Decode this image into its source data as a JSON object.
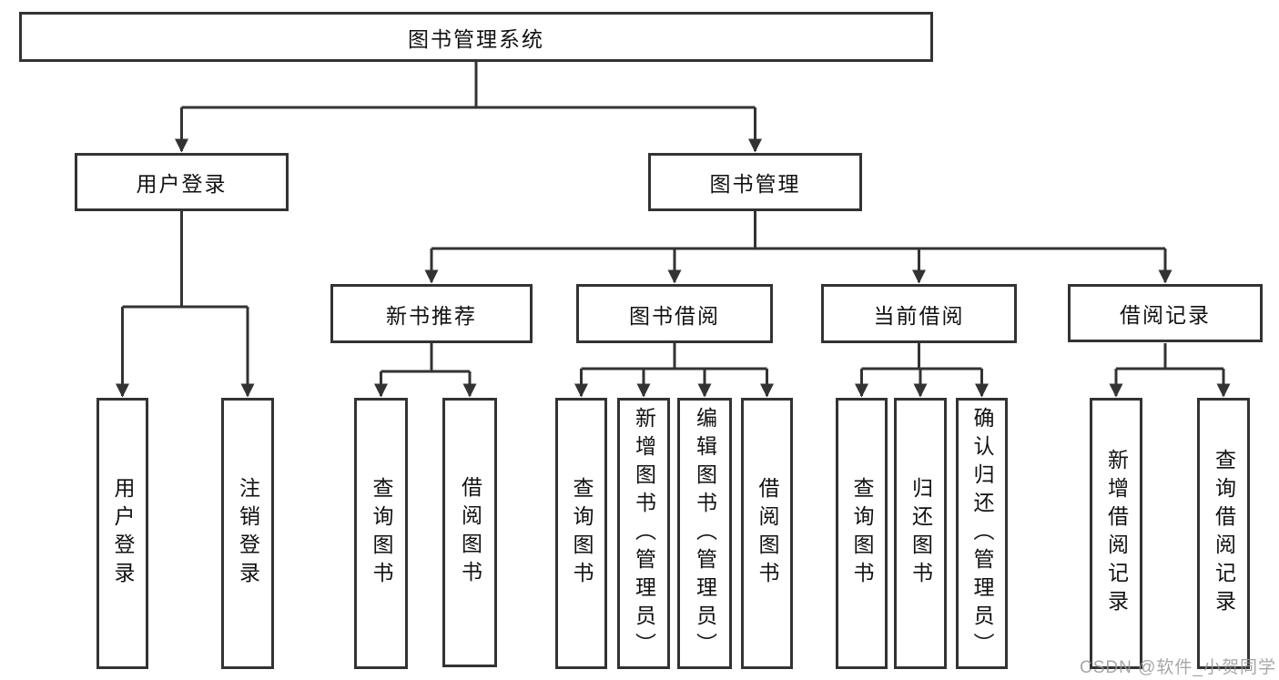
{
  "diagram": {
    "title": "图书管理系统",
    "level1": [
      {
        "label": "用户登录"
      },
      {
        "label": "图书管理"
      }
    ],
    "level2": [
      {
        "label": "新书推荐",
        "parent": "图书管理"
      },
      {
        "label": "图书借阅",
        "parent": "图书管理"
      },
      {
        "label": "当前借阅",
        "parent": "图书管理"
      },
      {
        "label": "借阅记录",
        "parent": "图书管理"
      }
    ],
    "leaves": [
      {
        "label": "用户登录",
        "parent": "用户登录"
      },
      {
        "label": "注销登录",
        "parent": "用户登录"
      },
      {
        "label": "查询图书",
        "parent": "新书推荐"
      },
      {
        "label": "借阅图书",
        "parent": "新书推荐"
      },
      {
        "label": "查询图书",
        "parent": "图书借阅"
      },
      {
        "label": "新增图书（管理员）",
        "parent": "图书借阅"
      },
      {
        "label": "编辑图书（管理员）",
        "parent": "图书借阅"
      },
      {
        "label": "借阅图书",
        "parent": "图书借阅"
      },
      {
        "label": "查询图书",
        "parent": "当前借阅"
      },
      {
        "label": "归还图书",
        "parent": "当前借阅"
      },
      {
        "label": "确认归还（管理员）",
        "parent": "当前借阅"
      },
      {
        "label": "新增借阅记录",
        "parent": "借阅记录"
      },
      {
        "label": "查询借阅记录",
        "parent": "借阅记录"
      }
    ]
  },
  "watermark": {
    "text": "CSDN @软件_小贺同学"
  },
  "colors": {
    "line": "#333333",
    "text": "#111111",
    "watermark": "#989898",
    "background": "#ffffff"
  }
}
